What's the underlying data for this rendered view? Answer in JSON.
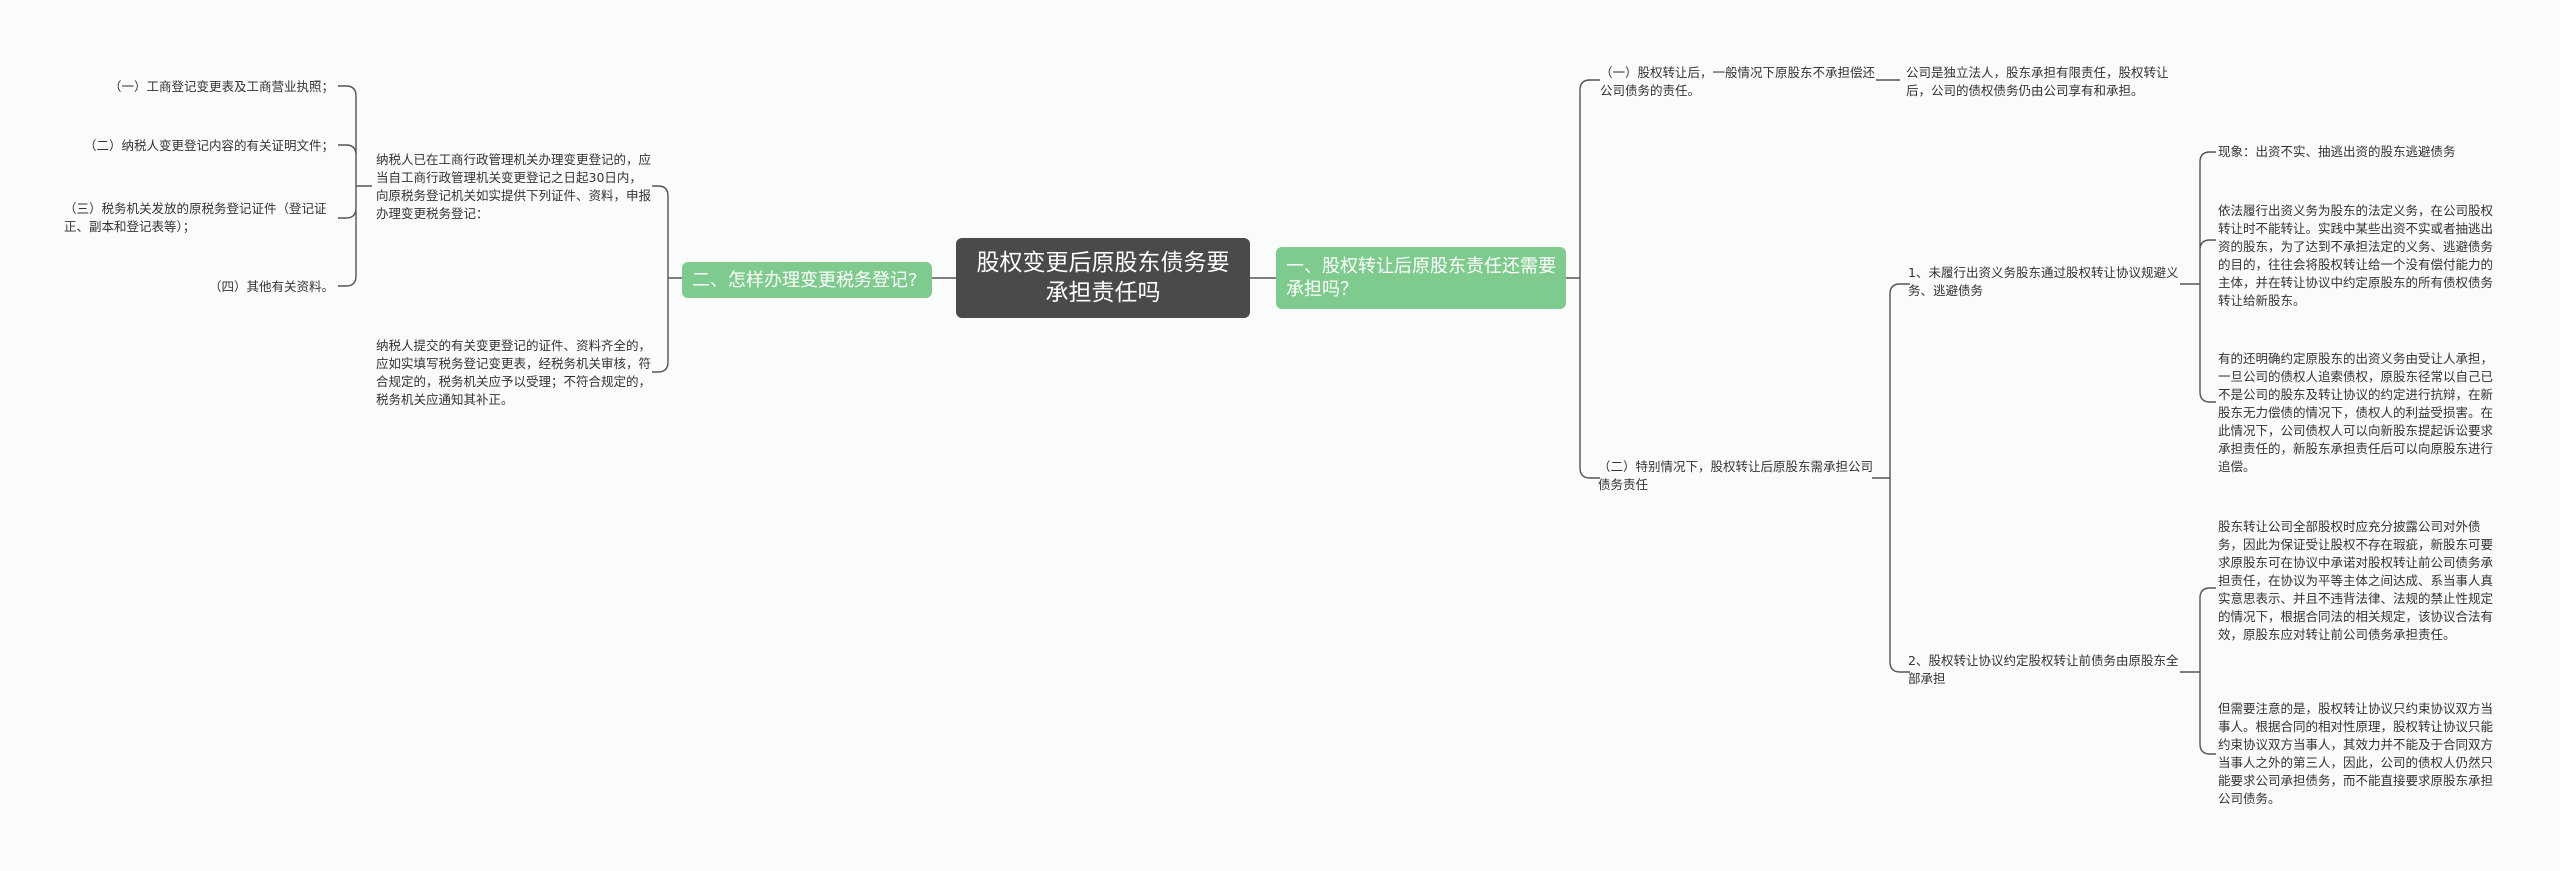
{
  "root": {
    "title": "股权变更后原股东债务要承担责任吗"
  },
  "right_branch": {
    "label": "一、股权转让后原股东责任还需要承担吗？",
    "item1": {
      "label": "（一）股权转让后，一般情况下原股东不承担偿还公司债务的责任。",
      "detail": "公司是独立法人，股东承担有限责任，股权转让后，公司的债权债务仍由公司享有和承担。"
    },
    "item2": {
      "label": "（二）特别情况下，股权转让后原股东需承担公司债务责任",
      "sub1": {
        "label": "1、未履行出资义务股东通过股权转让协议规避义务、逃避债务",
        "details": [
          "现象：出资不实、抽逃出资的股东逃避债务",
          "依法履行出资义务为股东的法定义务，在公司股权转让时不能转让。实践中某些出资不实或者抽逃出资的股东，为了达到不承担法定的义务、逃避债务的目的，往往会将股权转让给一个没有偿付能力的主体，并在转让协议中约定原股东的所有债权债务转让给新股东。",
          "有的还明确约定原股东的出资义务由受让人承担，一旦公司的债权人追索债权，原股东径常以自己已不是公司的股东及转让协议的约定进行抗辩，在新股东无力偿债的情况下，债权人的利益受损害。在此情况下，公司债权人可以向新股东提起诉讼要求承担责任的，新股东承担责任后可以向原股东进行追偿。"
        ]
      },
      "sub2": {
        "label": "2、股权转让协议约定股权转让前债务由原股东全部承担",
        "details": [
          "股东转让公司全部股权时应充分披露公司对外债务，因此为保证受让股权不存在瑕疵，新股东可要求原股东可在协议中承诺对股权转让前公司债务承担责任，在协议为平等主体之间达成、系当事人真实意思表示、并且不违背法律、法规的禁止性规定的情况下，根据合同法的相关规定，该协议合法有效，原股东应对转让前公司债务承担责任。",
          "但需要注意的是，股权转让协议只约束协议双方当事人。根据合同的相对性原理，股权转让协议只能约束协议双方当事人，其效力并不能及于合同双方当事人之外的第三人，因此，公司的债权人仍然只能要求公司承担债务，而不能直接要求原股东承担公司债务。"
        ]
      }
    }
  },
  "left_branch": {
    "label": "二、怎样办理变更税务登记?",
    "item1": {
      "label": "纳税人已在工商行政管理机关办理变更登记的，应当自工商行政管理机关变更登记之日起30日内，向原税务登记机关如实提供下列证件、资料，申报办理变更税务登记：",
      "details": [
        "（一）工商登记变更表及工商营业执照；",
        "（二）纳税人变更登记内容的有关证明文件；",
        "（三）税务机关发放的原税务登记证件（登记证正、副本和登记表等）；",
        "（四）其他有关资料。"
      ]
    },
    "item2": {
      "label": "纳税人提交的有关变更登记的证件、资料齐全的，应如实填写税务登记变更表，经税务机关审核，符合规定的，税务机关应予以受理；不符合规定的，税务机关应通知其补正。"
    }
  }
}
